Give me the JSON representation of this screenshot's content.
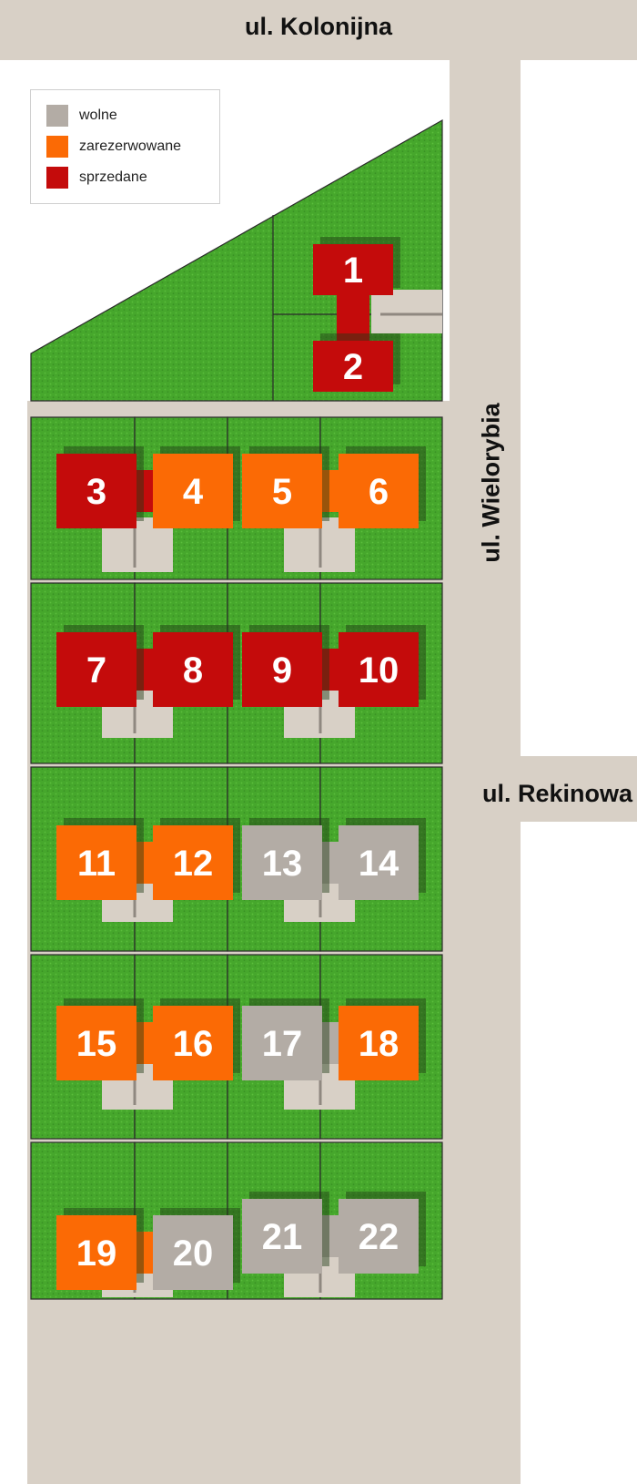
{
  "streets": {
    "kolonijna": "ul. Kolonijna",
    "wielorybia": "ul. Wielorybia",
    "rekinowa": "ul. Rekinowa"
  },
  "legend": {
    "free": "wolne",
    "reserved": "zarezerwowane",
    "sold": "sprzedane"
  },
  "colors": {
    "free": "#b3aca5",
    "reserved": "#fb6a05",
    "sold": "#c40b0b",
    "grass": "#46a72c",
    "road": "#d8d0c6"
  },
  "houses": [
    {
      "number": "1",
      "status": "sold"
    },
    {
      "number": "2",
      "status": "sold"
    },
    {
      "number": "3",
      "status": "sold"
    },
    {
      "number": "4",
      "status": "reserved"
    },
    {
      "number": "5",
      "status": "reserved"
    },
    {
      "number": "6",
      "status": "reserved"
    },
    {
      "number": "7",
      "status": "sold"
    },
    {
      "number": "8",
      "status": "sold"
    },
    {
      "number": "9",
      "status": "sold"
    },
    {
      "number": "10",
      "status": "sold"
    },
    {
      "number": "11",
      "status": "reserved"
    },
    {
      "number": "12",
      "status": "reserved"
    },
    {
      "number": "13",
      "status": "free"
    },
    {
      "number": "14",
      "status": "free"
    },
    {
      "number": "15",
      "status": "reserved"
    },
    {
      "number": "16",
      "status": "reserved"
    },
    {
      "number": "17",
      "status": "free"
    },
    {
      "number": "18",
      "status": "reserved"
    },
    {
      "number": "19",
      "status": "reserved"
    },
    {
      "number": "20",
      "status": "free"
    },
    {
      "number": "21",
      "status": "free"
    },
    {
      "number": "22",
      "status": "free"
    }
  ]
}
